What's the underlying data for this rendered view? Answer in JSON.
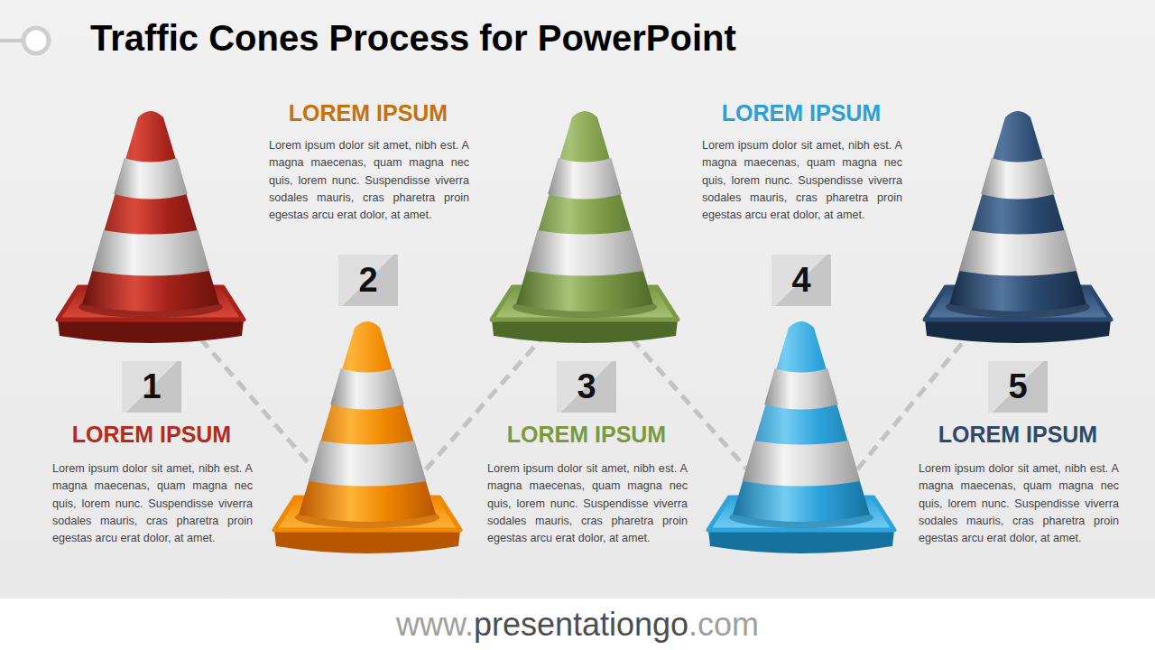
{
  "diagram": {
    "title": "Traffic Cones Process for PowerPoint",
    "nodes": [
      {
        "text": [
          "1",
          "LOREM IPSUM",
          "Lorem ipsum dolor sit amet, nibh est. A magna maecenas, quam magna nec quis, lorem nunc. Suspendisse viverra sodales mauris, cras pharetra proin egestas arcu erat dolor, at amet."
        ]
      },
      {
        "text": [
          "2",
          "LOREM IPSUM",
          "Lorem ipsum dolor sit amet, nibh est. A magna maecenas, quam magna nec quis, lorem nunc. Suspendisse viverra sodales mauris, cras pharetra proin egestas arcu erat dolor, at amet."
        ]
      },
      {
        "text": [
          "3",
          "LOREM IPSUM",
          "Lorem ipsum dolor sit amet, nibh est. A magna maecenas, quam magna nec quis, lorem nunc. Suspendisse viverra sodales mauris, cras pharetra proin egestas arcu erat dolor, at amet."
        ]
      },
      {
        "text": [
          "4",
          "LOREM IPSUM",
          "Lorem ipsum dolor sit amet, nibh est. A magna maecenas, quam magna nec quis, lorem nunc. Suspendisse viverra sodales mauris, cras pharetra proin egestas arcu erat dolor, at amet."
        ]
      },
      {
        "text": [
          "5",
          "LOREM IPSUM",
          "Lorem ipsum dolor sit amet, nibh est. A magna maecenas, quam magna nec quis, lorem nunc. Suspendisse viverra sodales mauris, cras pharetra proin egestas arcu erat dolor, at amet."
        ]
      }
    ],
    "labels": [
      "www.",
      "presentationgo",
      ".com"
    ]
  }
}
